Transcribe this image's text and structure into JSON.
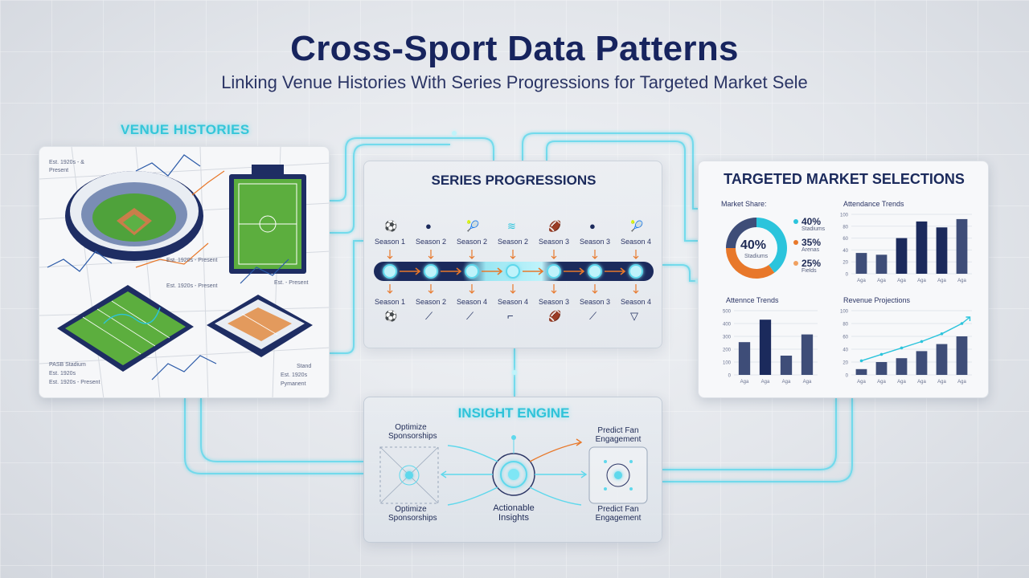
{
  "header": {
    "title": "Cross-Sport Data Patterns",
    "subtitle": "Linking Venue Histories With Series Progressions for Targeted Market Sele"
  },
  "venue": {
    "label": "VENUE HISTORIES",
    "annotations": {
      "tl1": "Est. 1920s - &",
      "tl2": "Present",
      "mid": "Est. 1920s - Present",
      "center": "Est. 1920s - Present",
      "right": "Est. - Present",
      "bl1": "PASB Stadium",
      "bl2": "Est. 1920s",
      "bl3": "Est. 1920s - Present",
      "br1": "Stand",
      "br2": "Est. 1920s",
      "br3": "Pymanent"
    }
  },
  "series": {
    "title": "SERIES PROGRESSIONS",
    "top_seasons": [
      "Season 1",
      "Season 2",
      "Season 2",
      "Season 2",
      "Season 3",
      "Season 3",
      "Season 4"
    ],
    "top_icons": [
      "soccer-ball-icon",
      "hockey-puck-icon",
      "tennis-racket-icon",
      "wave-icon",
      "football-icon",
      "hockey-puck-icon",
      "tennis-racket-icon"
    ],
    "bottom_seasons": [
      "Season 1",
      "Season 2",
      "Season 4",
      "Season 4",
      "Season 3",
      "Season 3",
      "Season 4"
    ],
    "bottom_icons": [
      "soccer-ball-icon",
      "hockey-stick-icon",
      "hockey-stick-icon",
      "golf-club-icon",
      "football-icon",
      "hockey-stick-icon",
      "shuttlecock-icon"
    ]
  },
  "market": {
    "title": "TARGETED MARKET SELECTIONS",
    "market_share_label": "Market Share:",
    "donut_center_value": "40%",
    "donut_center_label": "Stadiums",
    "legend": [
      {
        "value": "40%",
        "label": "Stadiums",
        "color": "#2bc4dc"
      },
      {
        "value": "35%",
        "label": "Arenas",
        "color": "#e8782a"
      },
      {
        "value": "25%",
        "label": "Fields",
        "color": "#f0a060"
      }
    ]
  },
  "insight": {
    "title": "INSIGHT ENGINE",
    "left_top": [
      "Optimize",
      "Sponsorships"
    ],
    "left_bottom": [
      "Optimize",
      "Sponsorships"
    ],
    "right_top": [
      "Predict Fan",
      "Engagement"
    ],
    "right_bottom": [
      "Predict Fan",
      "Engagement"
    ],
    "center": [
      "Actionable",
      "Insights"
    ]
  },
  "colors": {
    "navy": "#1b2a5c",
    "cyan": "#35c6d9",
    "orange": "#e8782a",
    "bar": "#3e4d78",
    "bar_dark": "#1b2a5c"
  },
  "chart_data": [
    {
      "type": "pie",
      "title": "Market Share:",
      "categories": [
        "Stadiums",
        "Arenas",
        "Fields"
      ],
      "values": [
        40,
        35,
        25
      ]
    },
    {
      "type": "bar",
      "title": "Attendance Trends",
      "categories": [
        "Aga",
        "Aga",
        "Aga",
        "Aga",
        "Aga",
        "Aga"
      ],
      "values": [
        35,
        32,
        60,
        88,
        78,
        92
      ],
      "ylim": [
        0,
        100
      ],
      "yticks": [
        "100",
        "80",
        "60",
        "40",
        "20",
        "0"
      ]
    },
    {
      "type": "bar",
      "title": "Attennce Trends",
      "categories": [
        "Aga",
        "Aga",
        "Aga",
        "Aga"
      ],
      "values": [
        255,
        430,
        150,
        315
      ],
      "ylim": [
        0,
        500
      ],
      "yticks": [
        "500",
        "400",
        "300",
        "200",
        "100",
        "0"
      ]
    },
    {
      "type": "bar",
      "title": "Revenue Projections",
      "categories": [
        "Aga",
        "Aga",
        "Aga",
        "Aga",
        "Aga",
        "Aga"
      ],
      "values": [
        9,
        20,
        26,
        37,
        48,
        60
      ],
      "trend": [
        22,
        32,
        42,
        52,
        64,
        80
      ],
      "ylim": [
        0,
        100
      ],
      "yticks": [
        "100",
        "80",
        "60",
        "40",
        "20",
        "0"
      ]
    }
  ]
}
